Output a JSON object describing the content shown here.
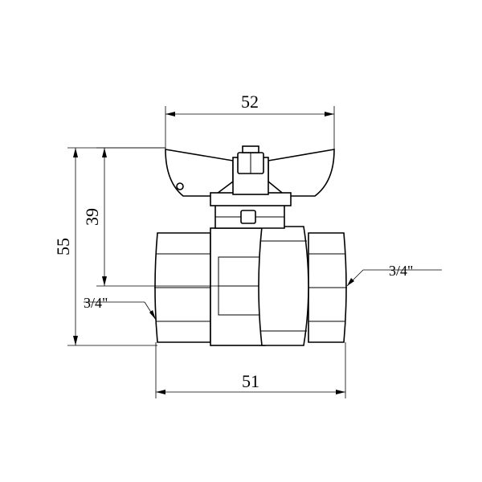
{
  "dimensions": {
    "handle_width": "52",
    "overall_height": "55",
    "handle_to_axis": "39",
    "body_length": "51",
    "thread_left": "3/4\"",
    "thread_right": "3/4\""
  }
}
